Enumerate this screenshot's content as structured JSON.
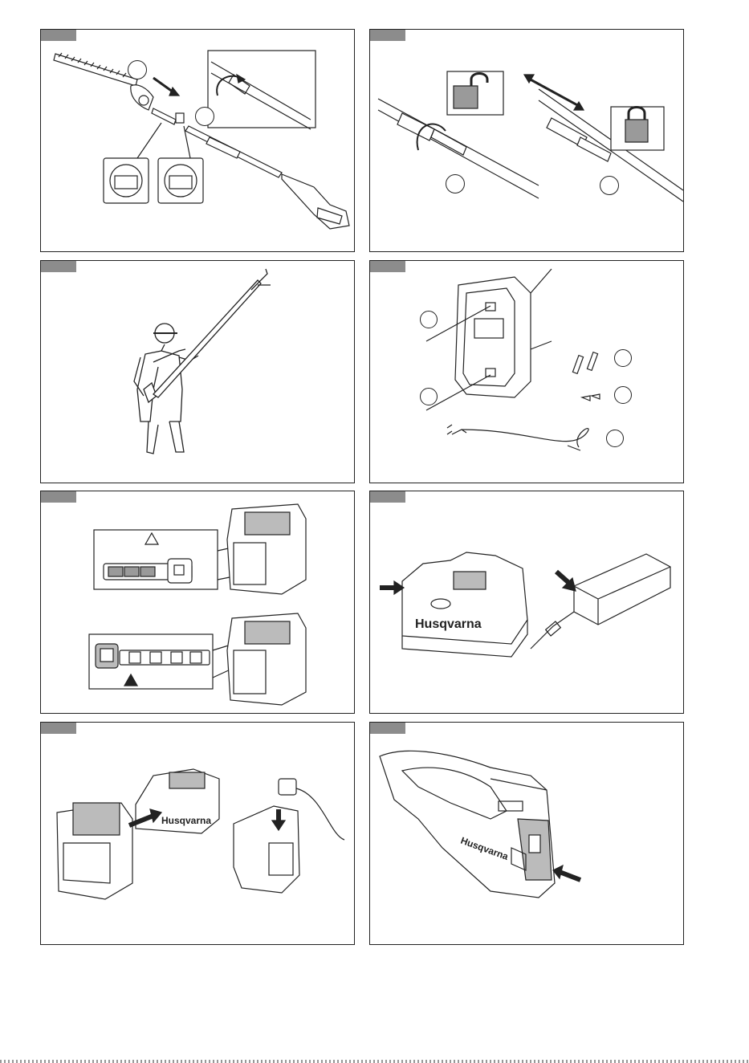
{
  "page": {
    "background": "#ffffff"
  },
  "colors": {
    "line": "#222222",
    "tag": "#8c8c8c",
    "lock_fill": "#9a9a9a"
  },
  "panels": [
    {
      "id": "p1",
      "icons": [
        "hedge-trimmer-attachment-icon",
        "arrow-icon",
        "rotate-arrow-icon",
        "connector-icon"
      ]
    },
    {
      "id": "p2",
      "icons": [
        "shaft-coupling-icon",
        "unlock-icon",
        "lock-icon",
        "double-arrow-icon"
      ]
    },
    {
      "id": "p3",
      "icons": [
        "operator-with-pole-trimmer-icon"
      ]
    },
    {
      "id": "p4",
      "icons": [
        "wall-bracket-icon",
        "screw-icon",
        "wall-plug-icon",
        "power-cord-icon"
      ]
    },
    {
      "id": "p5",
      "icons": [
        "battery-icon",
        "charge-indicator-icon",
        "warning-icon"
      ]
    },
    {
      "id": "p6",
      "icons": [
        "charger-icon",
        "adapter-icon",
        "arrow-icon"
      ]
    },
    {
      "id": "p7",
      "icons": [
        "battery-icon",
        "charger-icon",
        "arrow-icon"
      ]
    },
    {
      "id": "p8",
      "icons": [
        "power-unit-handle-icon",
        "battery-slot-icon",
        "arrow-icon"
      ]
    }
  ],
  "brand": {
    "logo_text": "Husqvarna"
  }
}
